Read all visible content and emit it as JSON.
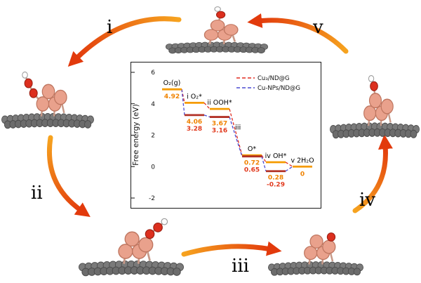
{
  "cycle": {
    "labels": [
      "i",
      "ii",
      "iii",
      "iv",
      "v"
    ]
  },
  "structures": [
    {
      "position": "top",
      "name": "cu-cluster-on-graphene"
    },
    {
      "position": "left",
      "name": "o2-adsorbed-cluster"
    },
    {
      "position": "bottom-left",
      "name": "ooh-adsorbed-cluster"
    },
    {
      "position": "bottom-right",
      "name": "o-adsorbed-cluster"
    },
    {
      "position": "right",
      "name": "oh-adsorbed-cluster"
    }
  ],
  "colors": {
    "arrow_start": "#f6a31f",
    "arrow_end": "#e23a0c",
    "cu_atom": "#e9a18c",
    "o_atom": "#dc2f1e",
    "h_atom": "#fdfdfd",
    "c_atom": "#7a7a7a"
  },
  "chart_data": {
    "type": "line",
    "subtype": "reaction-free-energy-diagram",
    "title": "",
    "xlabel": "",
    "ylabel": "Free energy (eV)",
    "ylim": [
      -2,
      6
    ],
    "yticks": [
      6,
      4,
      2,
      0,
      -2
    ],
    "grid": false,
    "legend_position": "top-right",
    "categories": [
      "O₂(g)",
      "O₂*",
      "OOH*",
      "O*",
      "OH*",
      "2H₂O"
    ],
    "step_prefixes": [
      "",
      "i",
      "ii",
      "",
      "iv",
      "v"
    ],
    "shared_levels": [
      true,
      false,
      false,
      false,
      false,
      true
    ],
    "series": [
      {
        "name": "Cu₃/ND@G",
        "values": [
          4.92,
          4.06,
          3.67,
          0.72,
          0.28,
          0
        ],
        "level_color": "#f59b00",
        "dash_color": "#e02b20",
        "value_color": "#f08300"
      },
      {
        "name": "Cu-NPs/ND@G",
        "values": [
          4.92,
          3.28,
          3.16,
          0.65,
          -0.29,
          0
        ],
        "level_color": "#b23227",
        "dash_color": "#4a4ad2",
        "value_color": "#e13a1e"
      }
    ],
    "annotations": [
      {
        "text": "iii",
        "between": [
          2,
          3
        ],
        "energy": 2.35
      }
    ]
  }
}
